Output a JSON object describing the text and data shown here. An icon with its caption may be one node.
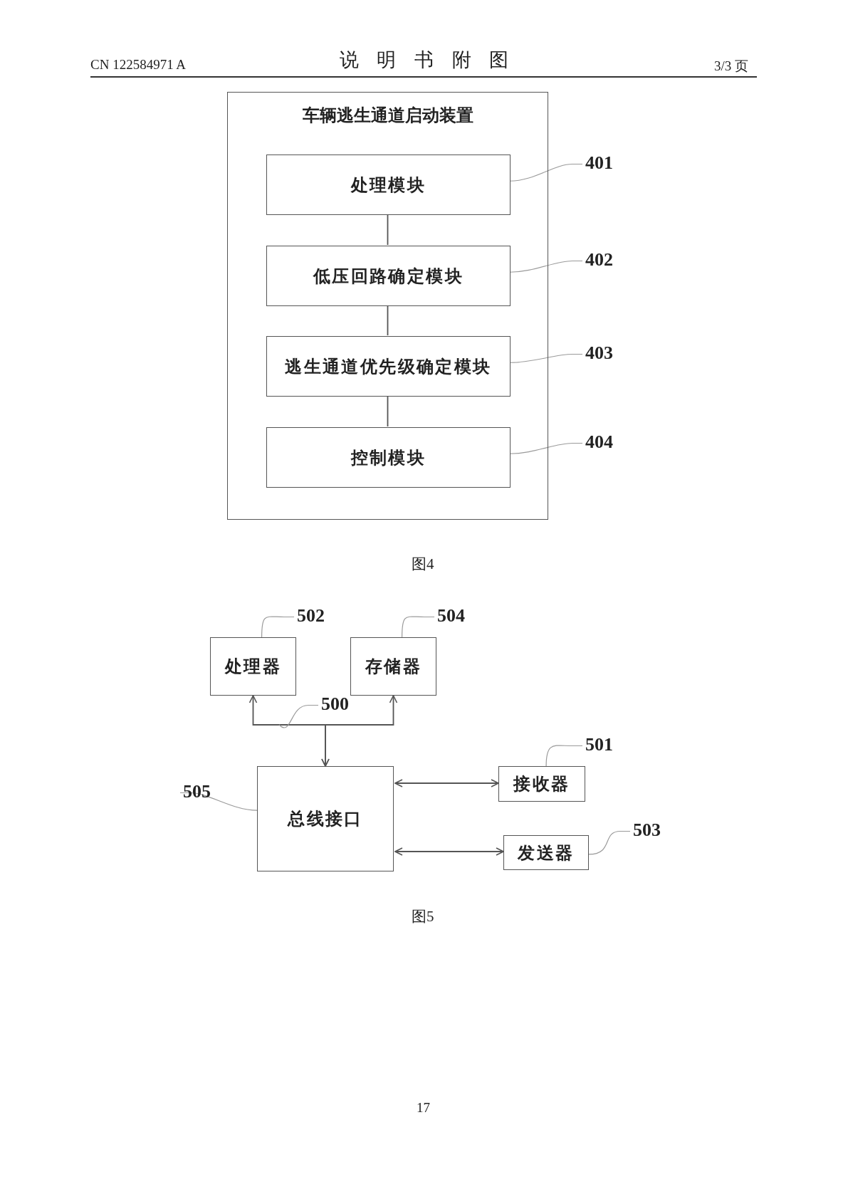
{
  "diagram": {
    "title": "说明书附图",
    "nodes": [
      {
        "text": [
          "车辆逃生通道启动装置"
        ]
      },
      {
        "text": [
          "处理模块"
        ],
        "in": 0
      },
      {
        "text": [
          "低压回路确定模块"
        ],
        "in": 0
      },
      {
        "text": [
          "逃生通道优先级确定模块"
        ],
        "in": 0
      },
      {
        "text": [
          "控制模块"
        ],
        "in": 0
      },
      {
        "text": [
          "401"
        ]
      },
      {
        "text": [
          "402"
        ]
      },
      {
        "text": [
          "403"
        ]
      },
      {
        "text": [
          "404"
        ]
      },
      {
        "text": [
          "处理器"
        ]
      },
      {
        "text": [
          "存储器"
        ]
      },
      {
        "text": [
          "总线接口"
        ]
      },
      {
        "text": [
          "接收器"
        ]
      },
      {
        "text": [
          "发送器"
        ]
      },
      {
        "text": [
          "502"
        ]
      },
      {
        "text": [
          "504"
        ]
      },
      {
        "text": [
          "500"
        ]
      },
      {
        "text": [
          "501"
        ]
      },
      {
        "text": [
          "505"
        ]
      },
      {
        "text": [
          "503"
        ]
      }
    ],
    "edges": [
      {
        "from": 1,
        "to": 2,
        "arrow": "none"
      },
      {
        "from": 2,
        "to": 3,
        "arrow": "none"
      },
      {
        "from": 3,
        "to": 4,
        "arrow": "none"
      },
      {
        "from": 5,
        "to": 1,
        "arrow": "none"
      },
      {
        "from": 6,
        "to": 2,
        "arrow": "none"
      },
      {
        "from": 7,
        "to": 3,
        "arrow": "none"
      },
      {
        "from": 8,
        "to": 4,
        "arrow": "none"
      },
      {
        "from": 11,
        "to": 9,
        "arrow": "both"
      },
      {
        "from": 11,
        "to": 10,
        "arrow": "both"
      },
      {
        "from": 11,
        "to": 12,
        "arrow": "both"
      },
      {
        "from": 11,
        "to": 13,
        "arrow": "both"
      },
      {
        "from": 14,
        "to": 9,
        "arrow": "none"
      },
      {
        "from": 15,
        "to": 10,
        "arrow": "none"
      },
      {
        "from": 16,
        "to": null,
        "arrow": "none"
      },
      {
        "from": 17,
        "to": 12,
        "arrow": "none"
      },
      {
        "from": 18,
        "to": 11,
        "arrow": "none"
      },
      {
        "from": 19,
        "to": 13,
        "arrow": "none"
      }
    ],
    "labels": [
      "CN 122584971 A",
      "3/3 页",
      "图4",
      "图5",
      "17"
    ]
  }
}
